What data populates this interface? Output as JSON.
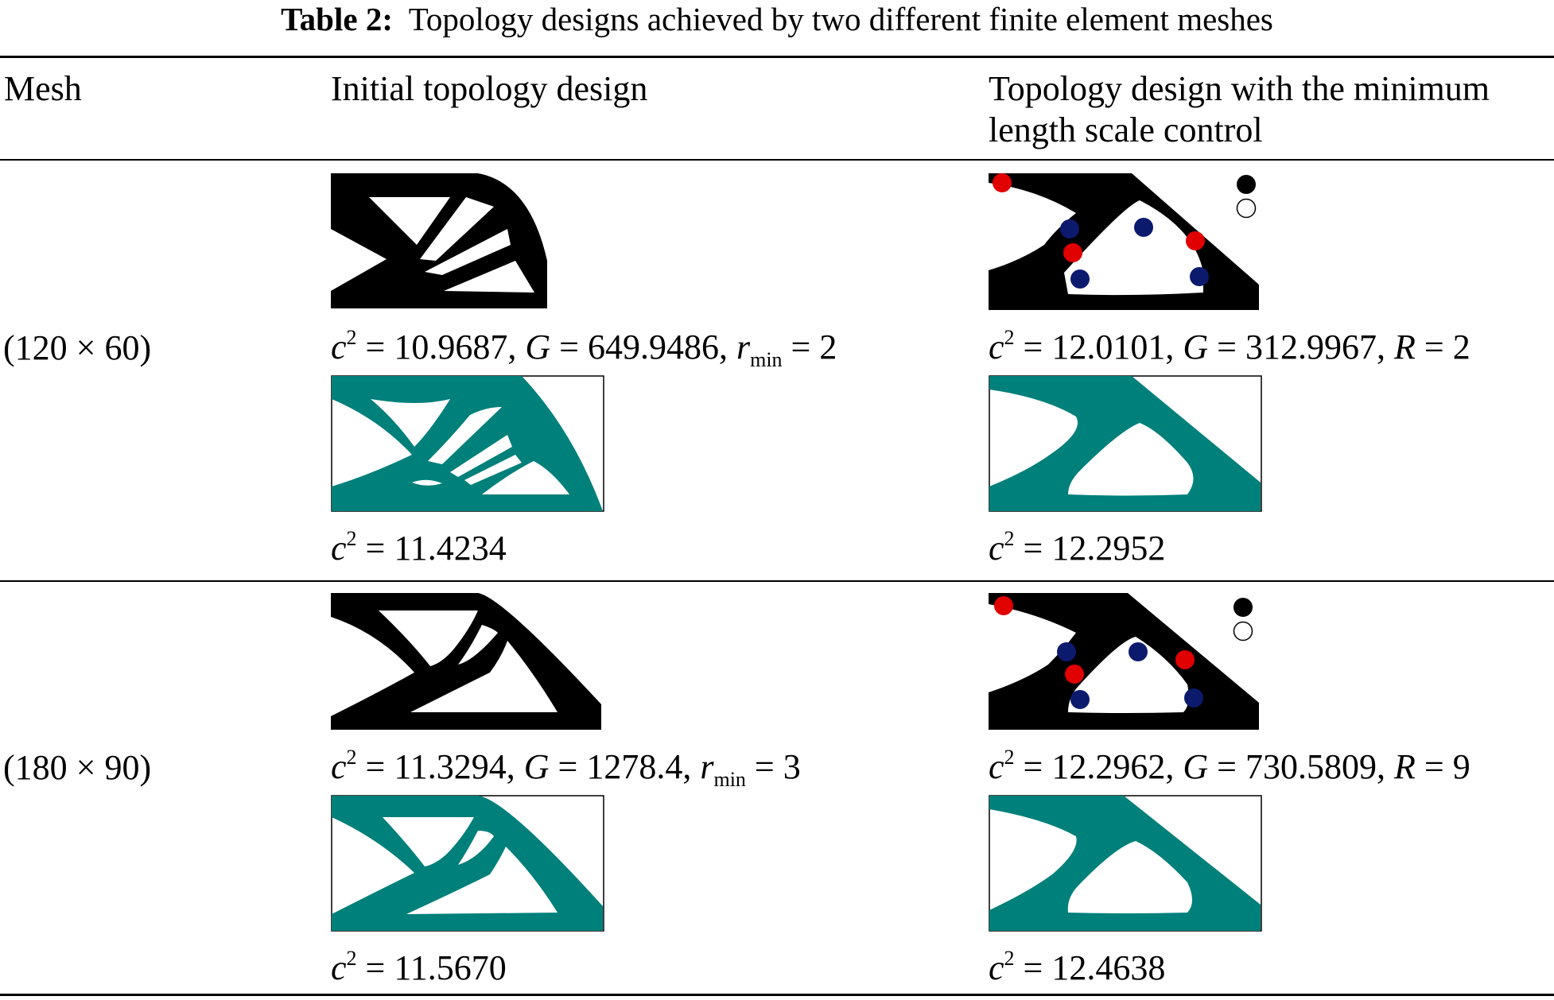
{
  "caption": {
    "label": "Table 2:",
    "text": "Topology designs achieved by two different finite element meshes"
  },
  "headers": {
    "col1": "Mesh",
    "col2": "Initial topology design",
    "col3_line1": "Topology design with the minimum",
    "col3_line2": "length scale control"
  },
  "rows": [
    {
      "mesh": "(120 × 60)",
      "initial": {
        "c2": "10.9687",
        "G": "649.9486",
        "rmin": "2",
        "c2_smooth": "11.4234"
      },
      "controlled": {
        "c2": "12.0101",
        "G": "312.9967",
        "R": "2",
        "c2_smooth": "12.2952"
      }
    },
    {
      "mesh": "(180 × 90)",
      "initial": {
        "c2": "11.3294",
        "G": "1278.4",
        "rmin": "3",
        "c2_smooth": "11.5670"
      },
      "controlled": {
        "c2": "12.2962",
        "G": "730.5809",
        "R": "9",
        "c2_smooth": "12.4638"
      }
    }
  ],
  "symbols": {
    "c": "c",
    "sq": "2",
    "G": "G",
    "r": "r",
    "min": "min",
    "R": "R"
  },
  "colors": {
    "structure": "#000000",
    "smoothed": "#00807a",
    "red_marker": "#e00000",
    "blue_marker": "#0c1a6e"
  }
}
